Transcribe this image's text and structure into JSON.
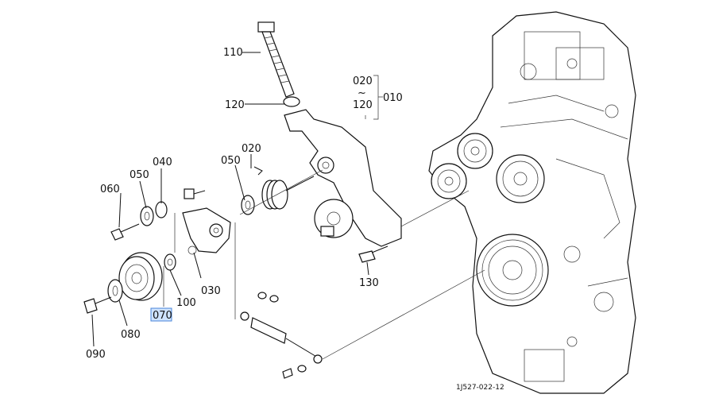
{
  "labels": {
    "p110": "110",
    "p120a": "120",
    "p020a": "020",
    "tilde": "~",
    "p120b": "120",
    "p010": "010",
    "p020b": "020",
    "p050a": "050",
    "p040": "040",
    "p050b": "050",
    "p060": "060",
    "p030": "030",
    "p100": "100",
    "p070": "070",
    "p080": "080",
    "p090": "090",
    "p130": "130"
  },
  "drawing_code": "1J527-022-12",
  "colors": {
    "highlight": "#cfe3ff",
    "highlight_border": "#4a86d8",
    "line": "#111111"
  }
}
